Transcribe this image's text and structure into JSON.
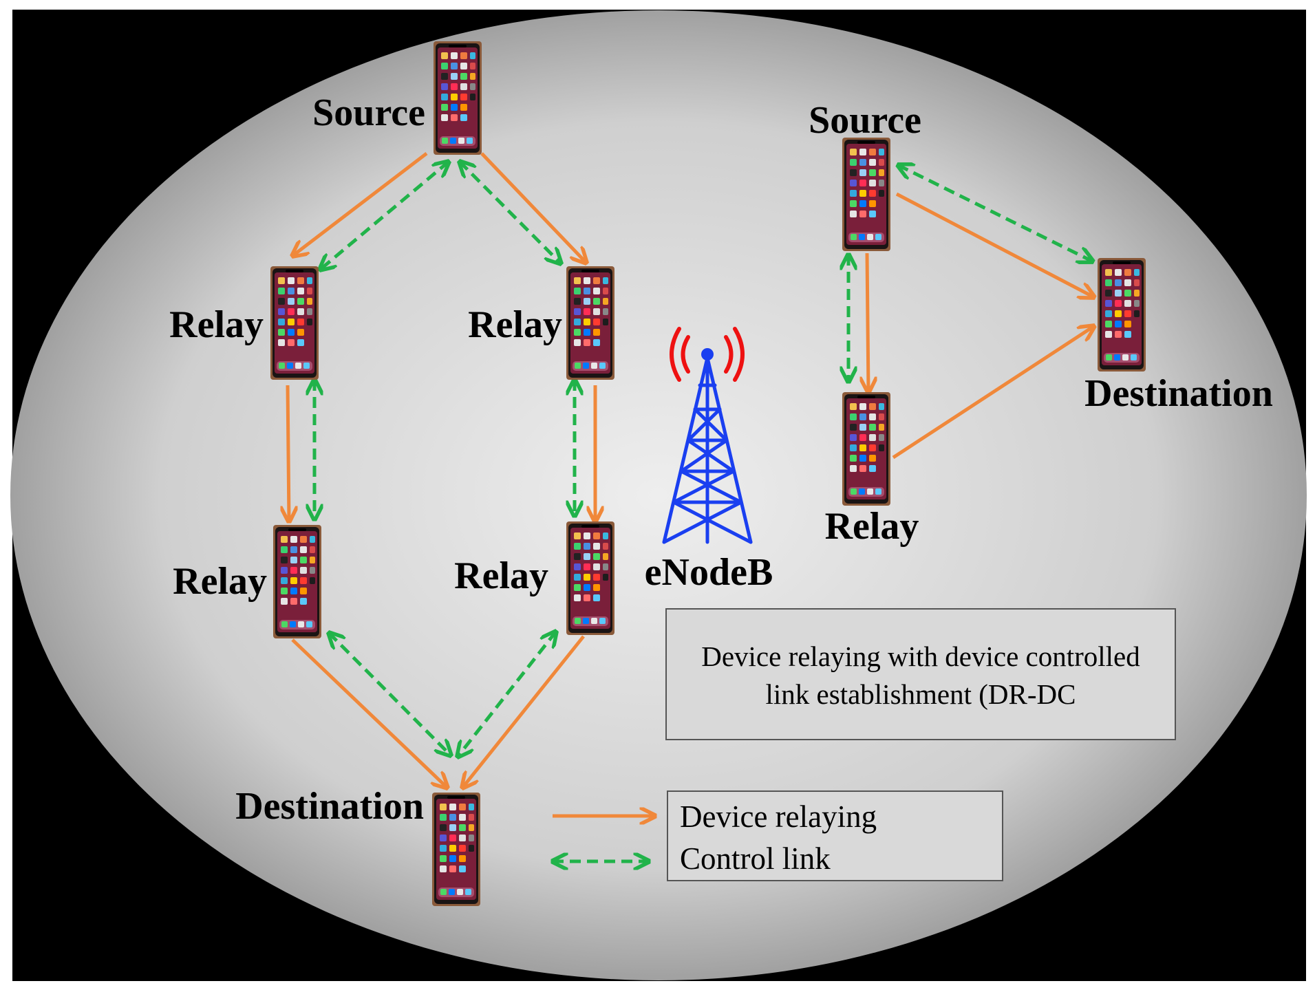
{
  "colors": {
    "background_frame": "#000000",
    "ellipse_center": "#eeeeee",
    "ellipse_edge": "#8c8c8c",
    "relay_link": "#f0883a",
    "control_link": "#21b34a",
    "tower": "#1a3ff0",
    "tower_signal": "#ee1111",
    "box_fill": "#d9d9d9",
    "box_border": "#555555",
    "phone_frame": "#5a2a1e",
    "phone_screen": "#7a1f3a"
  },
  "icons": {
    "device": "smartphone-icon",
    "base_station": "cell-tower-icon"
  },
  "labels": {
    "left_source": "Source",
    "left_relay_1a": "Relay",
    "left_relay_2a": "Relay",
    "left_relay_1b": "Relay",
    "left_relay_2b": "Relay",
    "left_destination": "Destination",
    "right_source": "Source",
    "right_relay": "Relay",
    "right_destination": "Destination",
    "enodeb": "eNodeB"
  },
  "description_box": {
    "line1": "Device relaying with device controlled",
    "line2": "link establishment (DR-DC"
  },
  "legend": {
    "relaying_label": "Device relaying",
    "control_label": "Control link"
  }
}
